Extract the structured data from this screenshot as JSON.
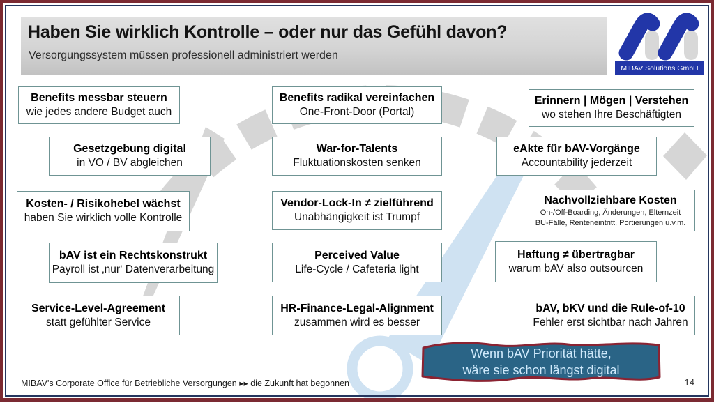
{
  "header": {
    "title": "Haben Sie wirklich Kontrolle – oder nur das Gefühl davon?",
    "subtitle": "Versorgungssystem müssen professionell administriert werden"
  },
  "logo": {
    "company": "MIBAV Solutions GmbH"
  },
  "columns": [
    {
      "boxes": [
        {
          "title": "Benefits messbar steuern",
          "line": "wie jedes andere Budget auch"
        },
        {
          "title": "Gesetzgebung digital",
          "line": "in VO / BV abgleichen"
        },
        {
          "title": "Kosten- / Risikohebel wächst",
          "line": "haben Sie wirklich volle Kontrolle"
        },
        {
          "title": "bAV ist ein Rechtskonstrukt",
          "line": "Payroll ist ‚nur‘ Datenverarbeitung"
        },
        {
          "title": "Service-Level-Agreement",
          "line": "statt gefühlter Service"
        }
      ]
    },
    {
      "boxes": [
        {
          "title": "Benefits radikal vereinfachen",
          "line": "One-Front-Door (Portal)"
        },
        {
          "title": "War-for-Talents",
          "line": "Fluktuationskosten senken"
        },
        {
          "title": "Vendor-Lock-In ≠ zielführend",
          "line": "Unabhängigkeit ist Trumpf"
        },
        {
          "title": "Perceived Value",
          "line": "Life-Cycle / Cafeteria light"
        },
        {
          "title": "HR-Finance-Legal-Alignment",
          "line": "zusammen wird es besser"
        }
      ]
    },
    {
      "boxes": [
        {
          "title": "Erinnern | Mögen | Verstehen",
          "line": "wo stehen Ihre Beschäftigten"
        },
        {
          "title": "eAkte für bAV-Vorgänge",
          "line": "Accountability jederzeit"
        },
        {
          "title": "Nachvollziehbare Kosten",
          "line": "On-/Off-Boarding, Änderungen, Elternzeit",
          "line2": "BU-Fälle, Renteneintritt, Portierungen u.v.m."
        },
        {
          "title": "Haftung ≠ übertragbar",
          "line": "warum bAV also outsourcen"
        },
        {
          "title": "bAV, bKV und die Rule-of-10",
          "line": "Fehler erst sichtbar nach Jahren"
        }
      ]
    }
  ],
  "banner": {
    "line1": "Wenn bAV Priorität hätte,",
    "line2": "wäre sie schon längst digital"
  },
  "footer": {
    "text": "MIBAV's Corporate Office für Betriebliche Versorgungen ▸▸ die Zukunft hat begonnen",
    "page": "14"
  },
  "colors": {
    "frame_maroon": "#7b2a32",
    "frame_navy": "#24365f",
    "header_gray": "#d4d4d4",
    "box_border": "#6f9494",
    "banner_fill": "#2a6486",
    "banner_border": "#8b2332",
    "banner_text": "#cfe9fb",
    "logo_blue": "#2236a8",
    "logo_gray": "#d8d8d8",
    "gauge_gray": "#d6d6d6",
    "gauge_blue": "#cfe2f2"
  }
}
